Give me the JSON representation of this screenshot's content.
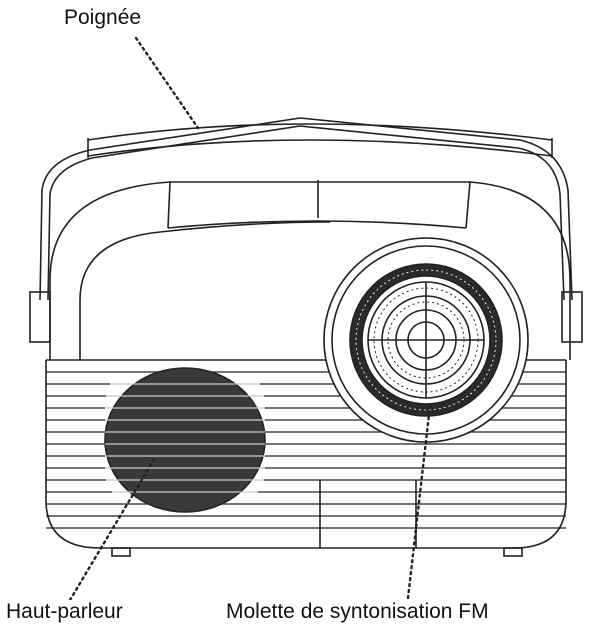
{
  "labels": {
    "handle": "Poignée",
    "speaker": "Haut-parleur",
    "dial": "Molette de syntonisation FM"
  },
  "colors": {
    "line": "#222222",
    "background": "#ffffff"
  }
}
